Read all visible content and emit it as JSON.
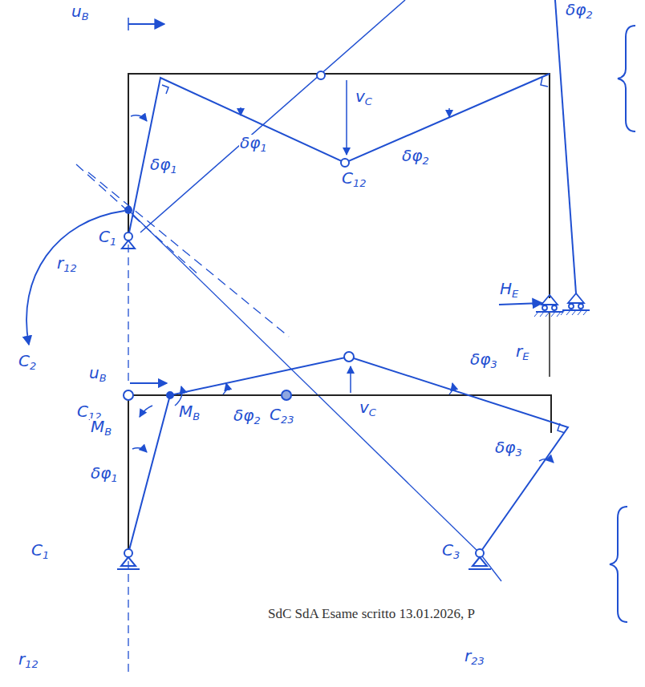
{
  "diagram": {
    "labels": [
      "uB",
      "δφ2",
      "vC",
      "δφ1",
      "C12",
      "δφ2",
      "δφ1",
      "C1",
      "r12",
      "HE",
      "rE",
      "C2",
      "uB",
      "C12",
      "MB",
      "MB",
      "δφ2",
      "C23",
      "vC",
      "δφ3",
      "δφ3",
      "δφ1",
      "C1",
      "C3",
      "r12",
      "r23",
      "SdC SdA Esame scritto 13.01.2026, P"
    ]
  }
}
